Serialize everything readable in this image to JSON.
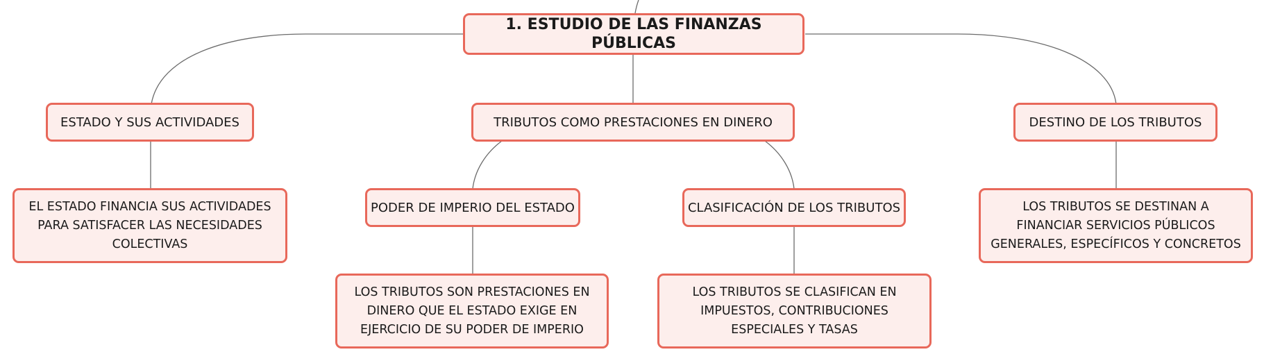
{
  "theme": {
    "node_fill": "#fdeeec",
    "node_border": "#e8685a",
    "connector": "#6b6b6b"
  },
  "root": {
    "label": "1. ESTUDIO DE LAS FINANZAS PÚBLICAS"
  },
  "branches": [
    {
      "label": "ESTADO Y SUS ACTIVIDADES",
      "children": [
        {
          "label": "EL ESTADO FINANCIA SUS ACTIVIDADES PARA SATISFACER LAS NECESIDADES COLECTIVAS"
        }
      ]
    },
    {
      "label": "TRIBUTOS COMO PRESTACIONES EN DINERO",
      "children": [
        {
          "label": "PODER DE IMPERIO DEL ESTADO",
          "children": [
            {
              "label": "LOS TRIBUTOS SON PRESTACIONES EN DINERO QUE EL ESTADO EXIGE EN EJERCICIO DE SU PODER DE IMPERIO"
            }
          ]
        },
        {
          "label": "CLASIFICACIÓN DE LOS TRIBUTOS",
          "children": [
            {
              "label": "LOS TRIBUTOS SE CLASIFICAN EN IMPUESTOS, CONTRIBUCIONES ESPECIALES Y TASAS"
            }
          ]
        }
      ]
    },
    {
      "label": "DESTINO DE LOS TRIBUTOS",
      "children": [
        {
          "label": "LOS TRIBUTOS SE DESTINAN A FINANCIAR SERVICIOS PÚBLICOS GENERALES, ESPECÍFICOS Y CONCRETOS"
        }
      ]
    }
  ]
}
